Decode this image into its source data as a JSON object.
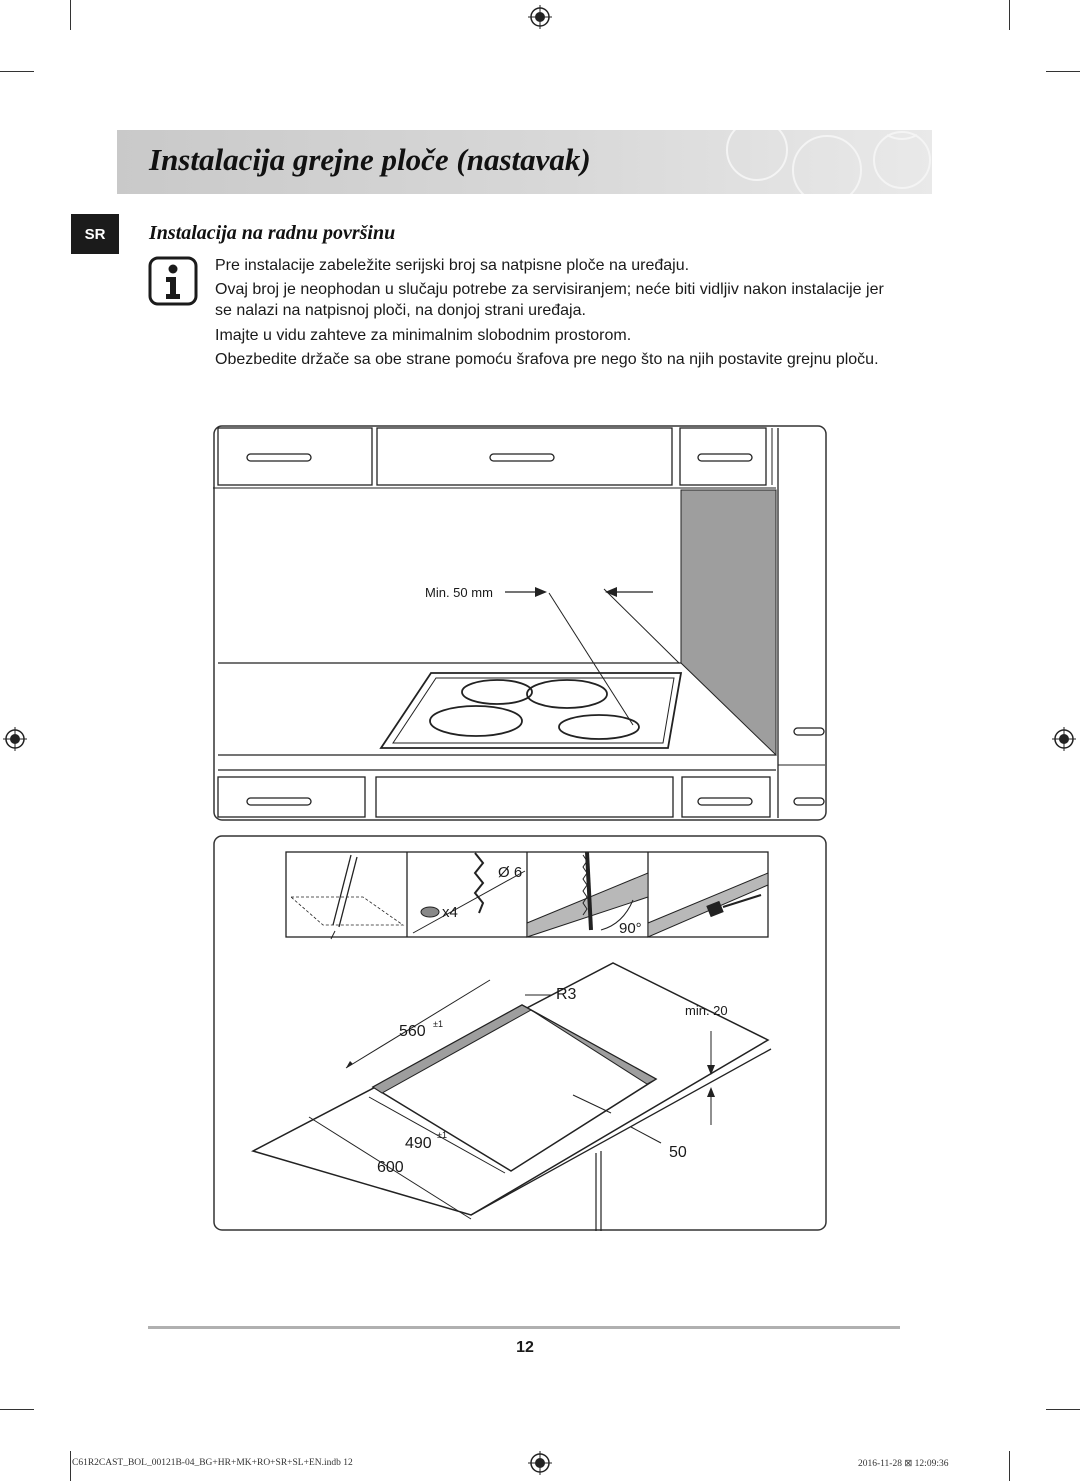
{
  "header": {
    "title": "Instalacija grejne ploče (nastavak)"
  },
  "language_badge": "SR",
  "section": {
    "title": "Instalacija na radnu površinu"
  },
  "info_icon": "info-icon",
  "paragraphs": [
    "Pre instalacije zabeležite serijski broj sa natpisne ploče na uređaju.",
    "Ovaj broj je neophodan u slučaju potrebe za servisiranjem; neće biti vidljiv nakon instalacije jer se nalazi na natpisnoj ploči, na donjoj strani uređaja.",
    "Imajte u vidu zahteve za minimalnim slobodnim prostorom.",
    "Obezbedite držače sa obe strane pomoću šrafova pre nego što na njih postavite grejnu ploču."
  ],
  "diagram_top": {
    "clearance_label": "Min. 50 mm"
  },
  "diagram_bottom": {
    "drill_label": "Ø 6",
    "screws_label": "x4",
    "angle_label": "90°",
    "radius_label": "R3",
    "min_depth_label": "min. 20",
    "width_label": "560",
    "width_tolerance": "±1",
    "depth_label": "490",
    "depth_tolerance": "±1",
    "counter_depth_label": "600",
    "edge_label": "50"
  },
  "page_number": "12",
  "footer": {
    "file": "C61R2CAST_BOL_00121B-04_BG+HR+MK+RO+SR+SL+EN.indb   12",
    "date": "2016-11-28   ⊠ 12:09:36"
  }
}
